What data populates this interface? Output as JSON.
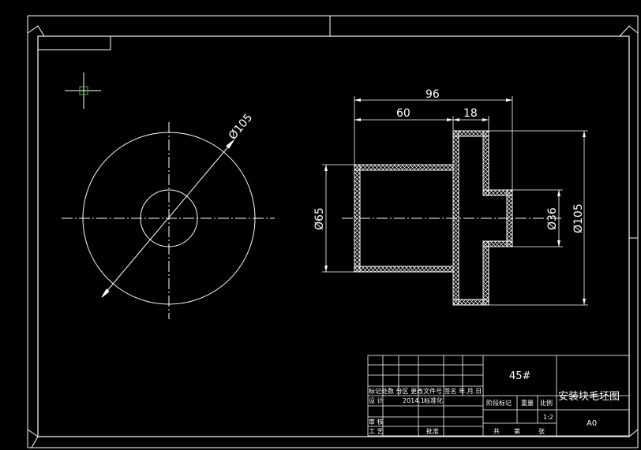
{
  "dimensions": {
    "overall_length": "96",
    "left_length": "60",
    "right_length": "18",
    "outer_diameter_front": "Ø105",
    "left_diameter": "Ø65",
    "bore_diameter": "Ø36",
    "flange_diameter": "Ø105"
  },
  "title_block": {
    "material": "45#",
    "drawing_title": "安装块毛坯图",
    "sheet_size": "A0",
    "row_labels": "标记处数  分区  更改文件号  签名  年.月.日",
    "design_label": "设 计",
    "design_date": "2014.1",
    "standardize_label": "标准化",
    "review_label": "审 核",
    "process_label": "工 艺",
    "approve_label": "批准",
    "stage_mark_label": "阶段标记",
    "weight_label": "重量",
    "scale_label": "比例",
    "scale_value": "1:2",
    "total_label": "共",
    "sheet_label": "第",
    "sheets_label": "张"
  },
  "icons": {
    "cursor": "crosshair-cursor-icon"
  }
}
